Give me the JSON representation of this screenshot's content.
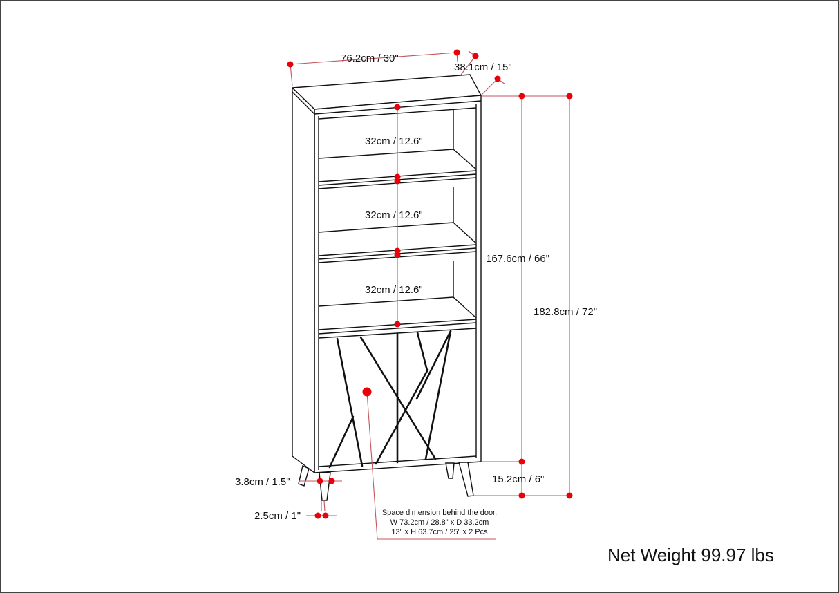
{
  "diagram": {
    "subject": "bookcase-with-doors",
    "colors": {
      "dimension_line": "#c0565e",
      "dimension_dot": "#e8000b",
      "outline": "#111111"
    },
    "dimensions": {
      "width": "76.2cm / 30\"",
      "depth": "38.1cm / 15\"",
      "shelf_1": "32cm / 12.6\"",
      "shelf_2": "32cm / 12.6\"",
      "shelf_3": "32cm / 12.6\"",
      "body_height": "167.6cm / 66\"",
      "total_height": "182.8cm / 72\"",
      "leg_height": "15.2cm / 6\"",
      "leg_top_diameter": "3.8cm / 1.5\"",
      "leg_bottom_diameter": "2.5cm / 1\""
    },
    "door_note": {
      "line1": "Space dimension behind the door.",
      "line2": "W 73.2cm / 28.8\" x D 33.2cm",
      "line3": "13\" x H 63.7cm / 25\" x 2 Pcs"
    },
    "net_weight": "Net Weight 99.97 lbs"
  }
}
